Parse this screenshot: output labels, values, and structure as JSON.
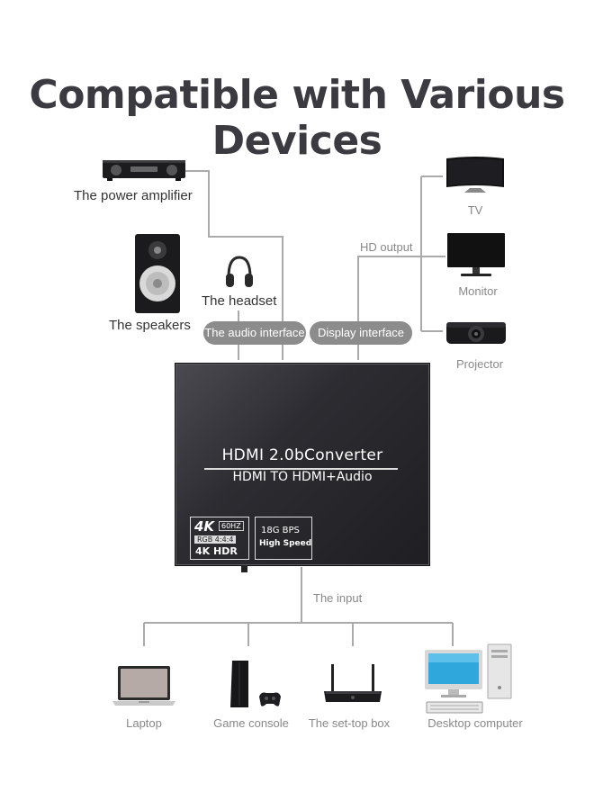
{
  "title": "Compatible with Various Devices",
  "devices": {
    "amplifier": "The power amplifier",
    "speakers": "The speakers",
    "headset": "The headset",
    "tv": "TV",
    "monitor": "Monitor",
    "projector": "Projector",
    "laptop": "Laptop",
    "game_console": "Game console",
    "set_top_box": "The set-top box",
    "desktop": "Desktop computer"
  },
  "interfaces": {
    "audio": "The audio interface",
    "display": "Display interface",
    "hd_output": "HD output",
    "input": "The input"
  },
  "product": {
    "line1": "HDMI 2.0bConverter",
    "line2": "HDMI TO HDMI+Audio",
    "badge_4k": "4K",
    "badge_hz": "60HZ",
    "badge_rgb": "RGB 4:4:4",
    "badge_hdr": "4K HDR",
    "badge_bps": "18G BPS",
    "badge_speed": "High Speed"
  }
}
